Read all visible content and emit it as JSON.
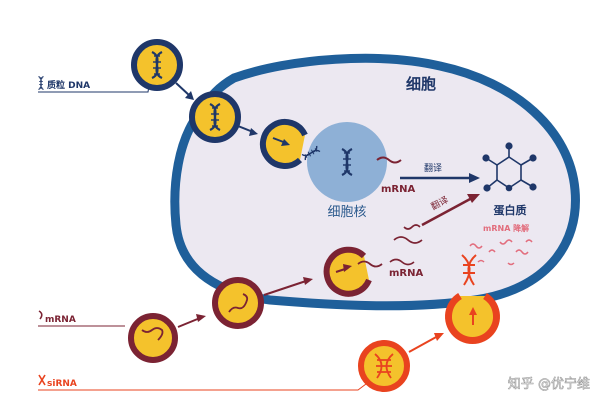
{
  "labels": {
    "cell": "细胞",
    "nucleus": "细胞核",
    "plasmid_dna": "质粒 DNA",
    "mrna_input": "mRNA",
    "sirna_input": "siRNA",
    "mrna_nucleus": "mRNA",
    "mrna_cytoplasm": "mRNA",
    "translate_1": "翻译",
    "translate_2": "翻译",
    "protein": "蛋白质",
    "mrna_degradation": "mRNA 降解",
    "watermark": "知乎 @优宁维"
  },
  "icons": {
    "dna": "dna-helix-icon",
    "mrna": "mrna-strand-icon",
    "sirna": "sirna-duplex-icon",
    "protein": "protein-molecule-icon"
  },
  "colors": {
    "navy": "#1f3769",
    "cell_fill": "#ece8f1",
    "membrane": "#1f5f9a",
    "nucleus": "#8eb0d6",
    "yellow": "#f4c22c",
    "maroon": "#7b2333",
    "red_orange": "#e9431f",
    "pink": "#e26d7d"
  }
}
